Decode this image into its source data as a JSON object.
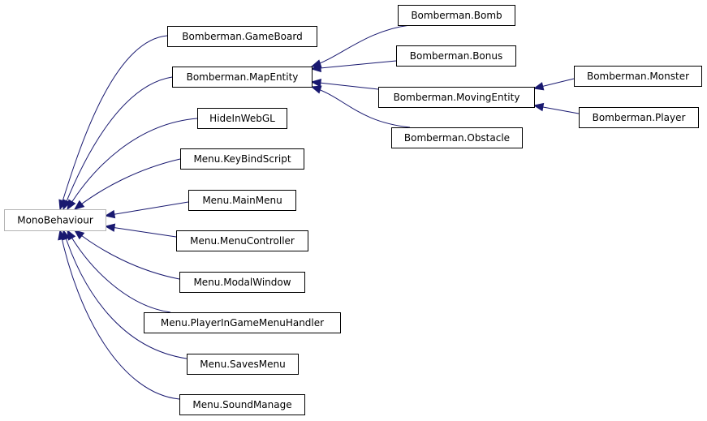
{
  "diagram": {
    "type": "inheritance-graph",
    "nodes": [
      {
        "id": "MonoBehaviour",
        "label": "MonoBehaviour",
        "external": true
      },
      {
        "id": "GameBoard",
        "label": "Bomberman.GameBoard"
      },
      {
        "id": "MapEntity",
        "label": "Bomberman.MapEntity"
      },
      {
        "id": "HideInWebGL",
        "label": "HideInWebGL"
      },
      {
        "id": "KeyBindScript",
        "label": "Menu.KeyBindScript"
      },
      {
        "id": "MainMenu",
        "label": "Menu.MainMenu"
      },
      {
        "id": "MenuController",
        "label": "Menu.MenuController"
      },
      {
        "id": "ModalWindow",
        "label": "Menu.ModalWindow"
      },
      {
        "id": "PlayerInGameMenuHandler",
        "label": "Menu.PlayerInGameMenuHandler"
      },
      {
        "id": "SavesMenu",
        "label": "Menu.SavesMenu"
      },
      {
        "id": "SoundManage",
        "label": "Menu.SoundManage"
      },
      {
        "id": "Bomb",
        "label": "Bomberman.Bomb"
      },
      {
        "id": "Bonus",
        "label": "Bomberman.Bonus"
      },
      {
        "id": "MovingEntity",
        "label": "Bomberman.MovingEntity"
      },
      {
        "id": "Obstacle",
        "label": "Bomberman.Obstacle"
      },
      {
        "id": "Monster",
        "label": "Bomberman.Monster"
      },
      {
        "id": "Player",
        "label": "Bomberman.Player"
      }
    ],
    "edges": [
      {
        "from": "GameBoard",
        "to": "MonoBehaviour"
      },
      {
        "from": "MapEntity",
        "to": "MonoBehaviour"
      },
      {
        "from": "HideInWebGL",
        "to": "MonoBehaviour"
      },
      {
        "from": "KeyBindScript",
        "to": "MonoBehaviour"
      },
      {
        "from": "MainMenu",
        "to": "MonoBehaviour"
      },
      {
        "from": "MenuController",
        "to": "MonoBehaviour"
      },
      {
        "from": "ModalWindow",
        "to": "MonoBehaviour"
      },
      {
        "from": "PlayerInGameMenuHandler",
        "to": "MonoBehaviour"
      },
      {
        "from": "SavesMenu",
        "to": "MonoBehaviour"
      },
      {
        "from": "SoundManage",
        "to": "MonoBehaviour"
      },
      {
        "from": "Bomb",
        "to": "MapEntity"
      },
      {
        "from": "Bonus",
        "to": "MapEntity"
      },
      {
        "from": "MovingEntity",
        "to": "MapEntity"
      },
      {
        "from": "Obstacle",
        "to": "MapEntity"
      },
      {
        "from": "Monster",
        "to": "MovingEntity"
      },
      {
        "from": "Player",
        "to": "MovingEntity"
      }
    ],
    "colors": {
      "edge": "#191970",
      "node_border": "#000000",
      "external_border": "#b3b3b3",
      "background": "#ffffff"
    }
  }
}
